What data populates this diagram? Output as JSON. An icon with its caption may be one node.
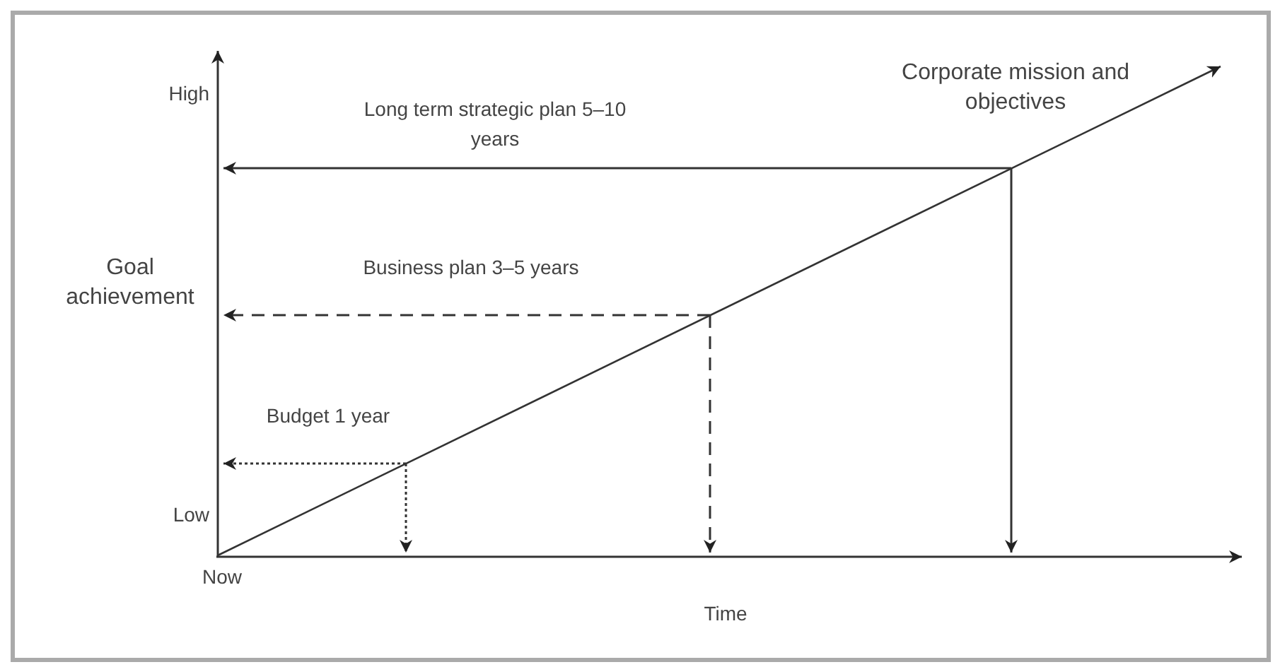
{
  "diagram": {
    "labels": [
      "High",
      "Long term strategic plan 5–10 years",
      "Corporate mission and objectives",
      "Goal achievement",
      "Business plan 3–5 years",
      "Budget 1 year",
      "Low",
      "Now",
      "Time"
    ]
  }
}
